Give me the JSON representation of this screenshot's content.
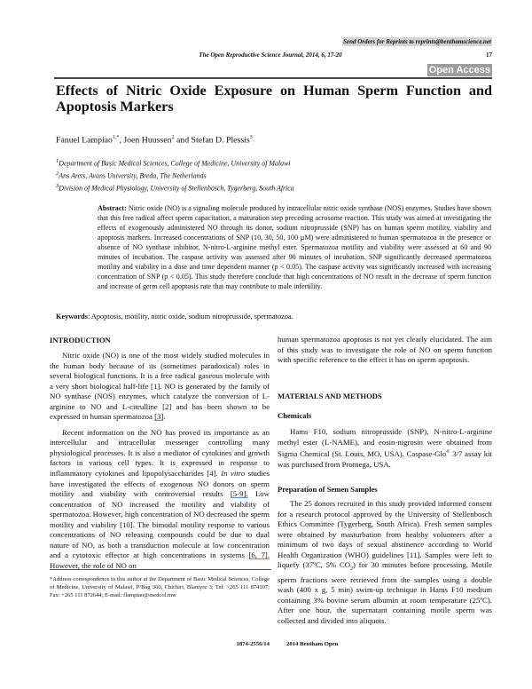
{
  "header": {
    "reprints": "Send Orders for Reprints to reprints@benthamscience.net",
    "journal": "The Open Reproductive Science Journal, 2014, 6, 17-20",
    "page_number": "17",
    "open_access": "Open Access"
  },
  "title": "Effects of Nitric Oxide Exposure on Human Sperm Function and Apoptosis Markers",
  "authors": [
    {
      "name": "Fanuel Lampiao",
      "sup": "1,*",
      "sep": ", "
    },
    {
      "name": "Joen Huussen",
      "sup": "2",
      "sep": " and "
    },
    {
      "name": "Stefan D. Plessis",
      "sup": "3",
      "sep": ""
    }
  ],
  "affiliations": [
    {
      "sup": "1",
      "text": "Department of Basic Medical Sciences, College of Medicine, University of Malawi"
    },
    {
      "sup": "2",
      "text": "Ans Arets, Avans University, Breda, The Netherlands"
    },
    {
      "sup": "3",
      "text": "Division of Medical Physiology, University of Stellenbosch, Tygerberg, South Africa"
    }
  ],
  "abstract": {
    "label": "Abstract:",
    "text": " Nitric oxide (NO) is a signaling molecule produced by intracellular nitric oxide synthase (NOS) enzymes. Studies have shown that this free radical affect sperm capacitation, a maturation step preceding acrosome reaction. This study was aimed at investigating the effects of exogenously administered NO through its donor, sodium nitroprusside (SNP) has on human sperm motility, viability and apoptosis markers. Increased concentrations of SNP (10, 30, 50, 100 µM) were administered to human spermatozoa in the presence or absence of NO synthase inhibitor, N-nitro-L-arginine methyl ester. Spermatozoa motility and viability were assessed at 60 and 90 minutes of incubation. The caspase activity was assessed after 90 minutes of incubation. SNP significantly decreased spermatozoa motility and viability in a dose and time dependent manner (p < 0.05). The caspase activity was significantly increased with increasing concentration of SNP (p < 0.05). This study therefore conclude that high concentrations of NO result in the decrease of sperm function and increase of germ cell apoptosis rate that may contribute to male infertility."
  },
  "keywords": {
    "label": "Keywords",
    "text": ": Apoptosis, motility, nitric oxide, sodium nitroprusside, spermatozoa."
  },
  "left_column": {
    "heading": "INTRODUCTION",
    "paragraphs": [
      [
        {
          "t": "Nitric oxide (NO) is one of the most widely studied molecules in the human body because of its (sometimes paradoxical) roles in several biological functions. It is a free radical gaseous molecule with a very short biological half-life [1]. NO is generated by the family of NO synthase (NOS) enzymes, which catalyze the conversion of L-arginine to NO and L-citrulline [2] and has been shown to be expressed in human spermatozoa "
        },
        {
          "t": "[3]",
          "ref": true
        },
        {
          "t": "."
        }
      ],
      [
        {
          "t": "Recent information on the NO has proved its importance as an intercellular and intracellular messenger controlling many physiological processes. It is also a mediator of cytokines and growth factors in various cell types. It is expressed in response to inflammatory cytokines and lipopolysaccharides [4]. "
        },
        {
          "t": "In vitro",
          "i": true
        },
        {
          "t": " studies have investigated the effects of exogenous NO donors on sperm motility and viability with controversial results "
        },
        {
          "t": "[5-9].",
          "ref": true
        },
        {
          "t": " Low concentration of NO increased the motility and viability of spermatozoa. However, high concentration of NO decreased the sperm motility and viability [10]. The bimodal motility response to various concentrations of NO releasing compounds could be due to dual nature of NO, as both a transduction molecule at low concentration and a cytotoxic effector at high concentrations in systems "
        },
        {
          "t": "[6, 7].",
          "ref": true
        },
        {
          "t": " However, the role of NO on"
        }
      ]
    ]
  },
  "right_column": {
    "intro_continuation": "human spermatozoa apoptosis is not yet clearly elucidated. The aim of this study was to investigate the role of NO on sperm function with specific reference to the effect it has on sperm apoptosis.",
    "section_heading": "MATERIALS AND METHODS",
    "subsections": [
      {
        "heading": "Chemicals",
        "segments": [
          {
            "t": "Hams F10, sodium nitroprusside (SNP), N-nitro-L-arginine methyl ester (L-NAME), and eosin-nigrosin were obtained from Sigma Chemical (St. Louis, MO, USA). Caspase-Glo"
          },
          {
            "t": "®",
            "sup": true
          },
          {
            "t": " 3/7 assay kit was purchased from Promega, USA."
          }
        ]
      },
      {
        "heading": "Preparation of Semen Samples",
        "segments": [
          {
            "t": "The 25 donors recruited in this study provided informed consent for a research protocol approved by the University of Stellenbosch Ethics Committee (Tygerberg, South Africa). Fresh semen samples were obtained by masturbation from healthy volunteers after a minimum of two days of sexual abstinence according to World Health Organization (WHO) guidelines [11]. Samples were left to liquefy (37ºC, 5% CO"
          },
          {
            "t": "2",
            "sub": true
          },
          {
            "t": ") for 30 minutes before processing. Motile sperm fractions were retrieved from the samples using a double wash (400 x g, 5 min) swim-up technique in Hams F10 medium containing 3% bovine serum albumin at room temperature (25ºC). After one hour, the supernatant containing motile sperm was collected and divided into aliquots."
          }
        ]
      }
    ]
  },
  "footnote": "*Address correspondence to this author at the Department of Basic Medical Sciences, College of Medicine, University of Malawi, P/Bag 360, Chichiri, Blantyre 3; Tel: +265 111 874107; Fax: +265 111 872644; E-mail: flampiao@medcol.mw",
  "footer": {
    "issn": "1874-2556/14",
    "publisher": "2014 Bentham Open"
  },
  "colors": {
    "open_access_bg": "#9e9e9e",
    "reference_link_underline": "#5a8fd0"
  }
}
